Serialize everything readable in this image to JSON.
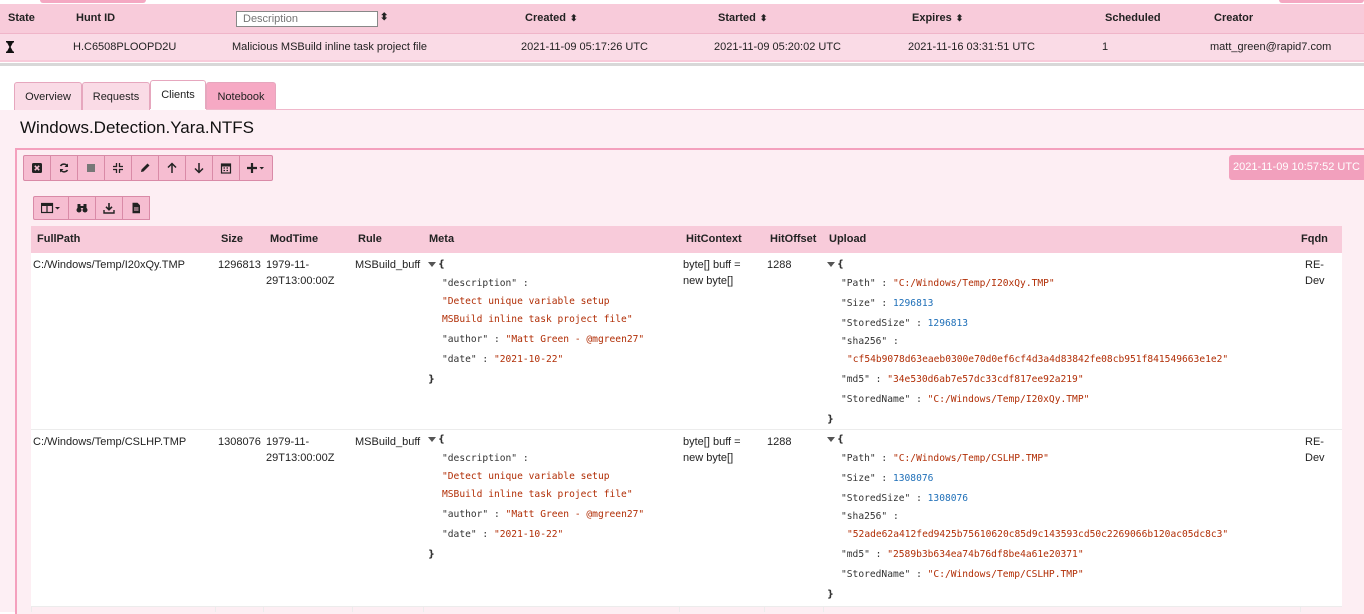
{
  "hunts_table": {
    "headers": {
      "state": "State",
      "hunt_id": "Hunt ID",
      "description_placeholder": "Description",
      "created": "Created",
      "started": "Started",
      "expires": "Expires",
      "scheduled": "Scheduled",
      "creator": "Creator"
    },
    "row": {
      "state_icon": "hourglass-icon",
      "hunt_id": "H.C6508PLOOPD2U",
      "description": "Malicious MSBuild inline task project file",
      "created": "2021-11-09 05:17:26 UTC",
      "started": "2021-11-09 05:20:02 UTC",
      "expires": "2021-11-16 03:31:51 UTC",
      "scheduled": "1",
      "creator": "matt_green@rapid7.com"
    }
  },
  "tabs": [
    {
      "label": "Overview"
    },
    {
      "label": "Requests"
    },
    {
      "label": "Clients",
      "active": true
    },
    {
      "label": "Notebook"
    }
  ],
  "artifact": {
    "title": "Windows.Detection.Yara.NTFS",
    "timestamp": "2021-11-09 10:57:52 UTC"
  },
  "toolbar_icons": [
    "close-cell-icon",
    "refresh-icon",
    "stop-icon",
    "collapse-icon",
    "edit-icon",
    "up-icon",
    "down-icon",
    "calendar-icon",
    "add-icon"
  ],
  "results_toolbar_icons": [
    "columns-icon",
    "binoculars-icon",
    "download-icon",
    "csv-icon"
  ],
  "results": {
    "columns": [
      "FullPath",
      "Size",
      "ModTime",
      "Rule",
      "Meta",
      "HitContext",
      "HitOffset",
      "Upload",
      "Fqdn"
    ],
    "rows": [
      {
        "fullpath": "C:/Windows/Temp/I20xQy.TMP",
        "size": "1296813",
        "modtime_1": "1979-11-",
        "modtime_2": "29T13:00:00Z",
        "rule": "MSBuild_buff",
        "meta": {
          "k_description": "\"description\"",
          "v_description_1": "\"Detect unique variable setup",
          "v_description_2": "MSBuild inline task project file\"",
          "k_author": "\"author\"",
          "v_author": "\"Matt Green - @mgreen27\"",
          "k_date": "\"date\"",
          "v_date": "\"2021-10-22\""
        },
        "hitcontext_1": "byte[] buff =",
        "hitcontext_2": "new byte[]",
        "hitoffset": "1288",
        "upload": {
          "k_path": "\"Path\"",
          "v_path": "\"C:/Windows/Temp/I20xQy.TMP\"",
          "k_size": "\"Size\"",
          "v_size": "1296813",
          "k_storedsize": "\"StoredSize\"",
          "v_storedsize": "1296813",
          "k_sha256": "\"sha256\"",
          "v_sha256": "\"cf54b9078d63eaeb0300e70d0ef6cf4d3a4d83842fe08cb951f841549663e1e2\"",
          "k_md5": "\"md5\"",
          "v_md5": "\"34e530d6ab7e57dc33cdf817ee92a219\"",
          "k_storedname": "\"StoredName\"",
          "v_storedname": "\"C:/Windows/Temp/I20xQy.TMP\""
        },
        "fqdn_1": "RE-",
        "fqdn_2": "Dev"
      },
      {
        "fullpath": "C:/Windows/Temp/CSLHP.TMP",
        "size": "1308076",
        "modtime_1": "1979-11-",
        "modtime_2": "29T13:00:00Z",
        "rule": "MSBuild_buff",
        "meta": {
          "k_description": "\"description\"",
          "v_description_1": "\"Detect unique variable setup",
          "v_description_2": "MSBuild inline task project file\"",
          "k_author": "\"author\"",
          "v_author": "\"Matt Green - @mgreen27\"",
          "k_date": "\"date\"",
          "v_date": "\"2021-10-22\""
        },
        "hitcontext_1": "byte[] buff =",
        "hitcontext_2": "new byte[]",
        "hitoffset": "1288",
        "upload": {
          "k_path": "\"Path\"",
          "v_path": "\"C:/Windows/Temp/CSLHP.TMP\"",
          "k_size": "\"Size\"",
          "v_size": "1308076",
          "k_storedsize": "\"StoredSize\"",
          "v_storedsize": "1308076",
          "k_sha256": "\"sha256\"",
          "v_sha256": "\"52ade62a412fed9425b75610620c85d9c143593cd50c2269066b120ac05dc8c3\"",
          "k_md5": "\"md5\"",
          "v_md5": "\"2589b3b634ea74b76df8be4a61e20371\"",
          "k_storedname": "\"StoredName\"",
          "v_storedname": "\"C:/Windows/Temp/CSLHP.TMP\""
        },
        "fqdn_1": "RE-",
        "fqdn_2": "Dev"
      }
    ]
  },
  "colors": {
    "pink_header": "#f8cbda",
    "pink_row": "#fadbe6",
    "accent": "#f2a0bd",
    "json_string": "#b12e06",
    "json_number": "#1e6fb8"
  }
}
